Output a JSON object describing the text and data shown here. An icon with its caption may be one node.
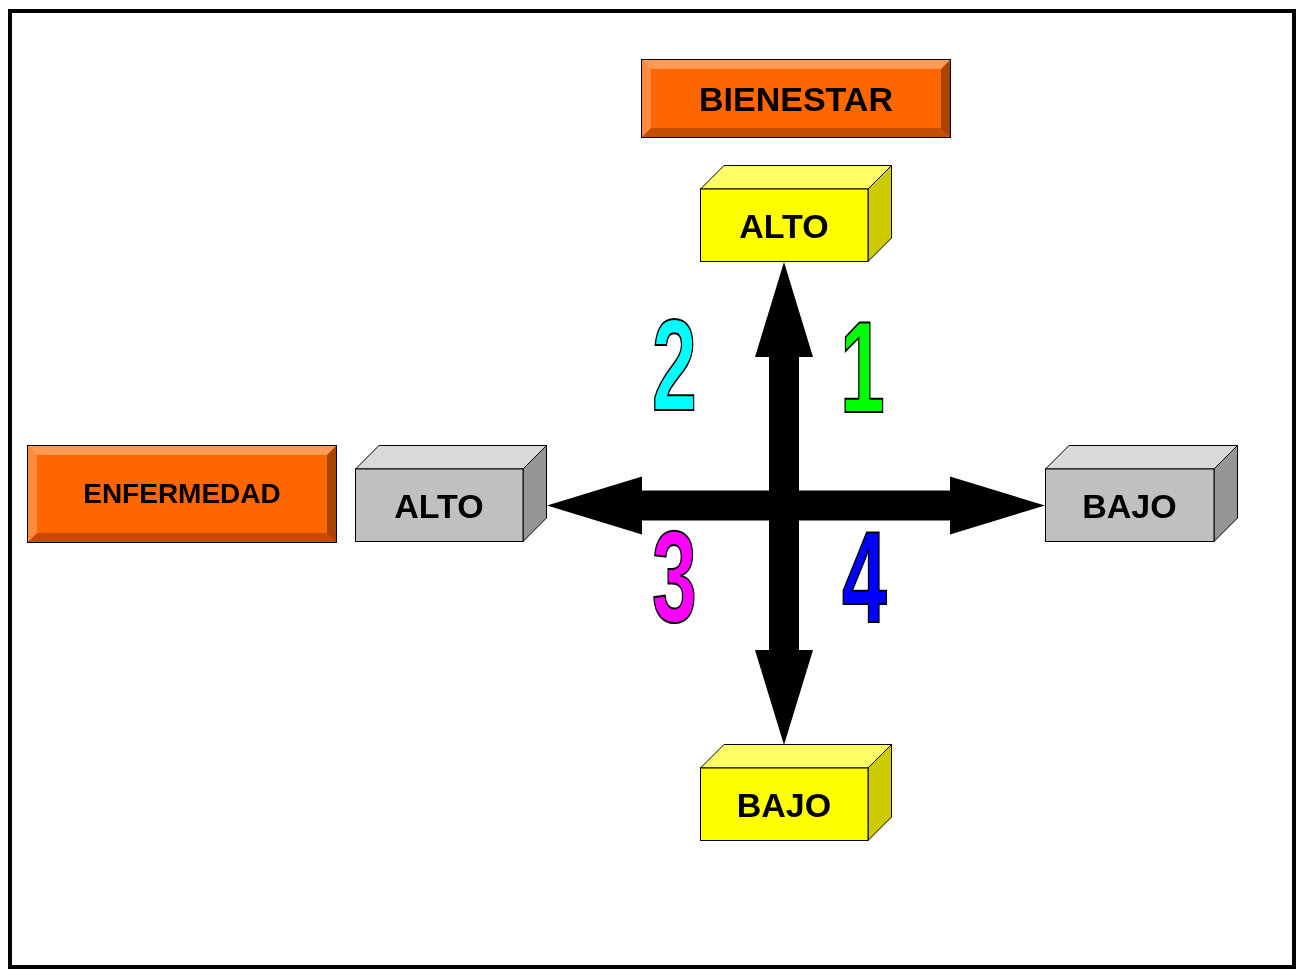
{
  "diagram": {
    "nodes": [
      {
        "text": [
          "BIENESTAR"
        ]
      },
      {
        "text": [
          "ALTO"
        ]
      },
      {
        "text": [
          "ENFERMEDAD"
        ]
      },
      {
        "text": [
          "ALTO"
        ]
      },
      {
        "text": [
          "BAJO"
        ]
      },
      {
        "text": [
          "BAJO"
        ]
      }
    ],
    "edges": [
      {
        "from": 5,
        "to": 1,
        "arrow": "both",
        "style": "thick"
      },
      {
        "from": 3,
        "to": 4,
        "arrow": "both",
        "style": "thick"
      }
    ],
    "labels": [
      "2",
      "1",
      "3",
      "4"
    ]
  }
}
